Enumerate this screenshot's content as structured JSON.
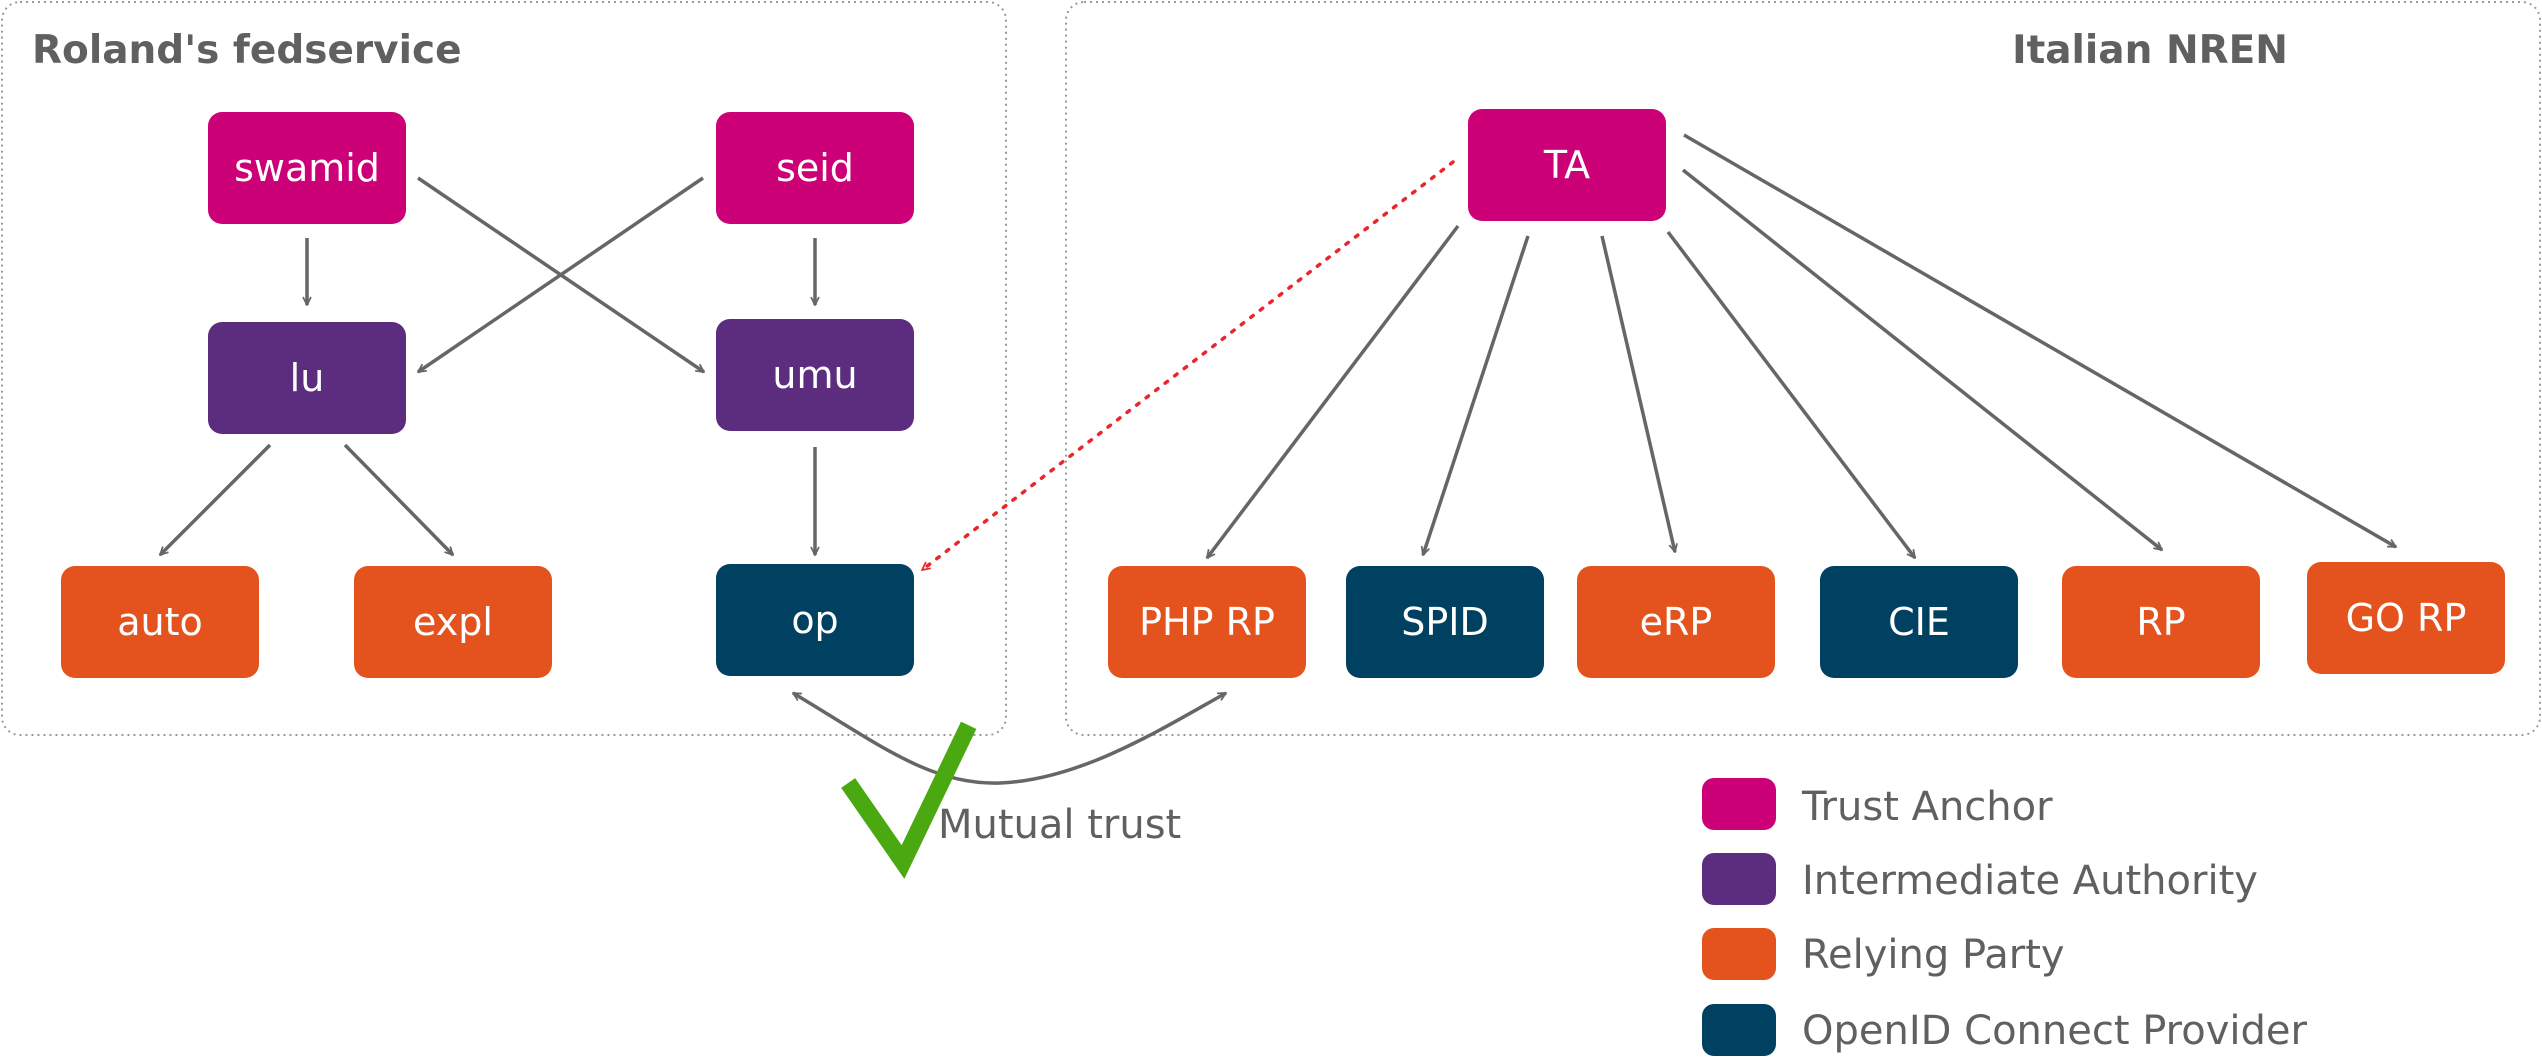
{
  "colors": {
    "trust_anchor": "#cc0077",
    "intermediate": "#5c2d7e",
    "relying_party": "#e4531d",
    "op": "#004060",
    "edge": "#666666",
    "dotted_edge": "#e8262b",
    "check": "#4aa810",
    "text": "#606060"
  },
  "groups": {
    "fedservice": {
      "title": "Roland's fedservice"
    },
    "nren": {
      "title": "Italian NREN"
    }
  },
  "nodes": {
    "swamid": {
      "label": "swamid",
      "role": "trust_anchor"
    },
    "seid": {
      "label": "seid",
      "role": "trust_anchor"
    },
    "lu": {
      "label": "lu",
      "role": "intermediate"
    },
    "umu": {
      "label": "umu",
      "role": "intermediate"
    },
    "auto": {
      "label": "auto",
      "role": "relying_party"
    },
    "expl": {
      "label": "expl",
      "role": "relying_party"
    },
    "op": {
      "label": "op",
      "role": "op"
    },
    "ta": {
      "label": "TA",
      "role": "trust_anchor"
    },
    "php_rp": {
      "label": "PHP RP",
      "role": "relying_party"
    },
    "spid": {
      "label": "SPID",
      "role": "op"
    },
    "erp": {
      "label": "eRP",
      "role": "relying_party"
    },
    "cie": {
      "label": "CIE",
      "role": "op"
    },
    "rp": {
      "label": "RP",
      "role": "relying_party"
    },
    "go_rp": {
      "label": "GO RP",
      "role": "relying_party"
    }
  },
  "edges": [
    {
      "from": "swamid",
      "to": "lu"
    },
    {
      "from": "swamid",
      "to": "umu"
    },
    {
      "from": "seid",
      "to": "lu"
    },
    {
      "from": "seid",
      "to": "umu"
    },
    {
      "from": "lu",
      "to": "auto"
    },
    {
      "from": "lu",
      "to": "expl"
    },
    {
      "from": "umu",
      "to": "op"
    },
    {
      "from": "ta",
      "to": "php_rp"
    },
    {
      "from": "ta",
      "to": "spid"
    },
    {
      "from": "ta",
      "to": "erp"
    },
    {
      "from": "ta",
      "to": "cie"
    },
    {
      "from": "ta",
      "to": "rp"
    },
    {
      "from": "ta",
      "to": "go_rp"
    },
    {
      "from": "ta",
      "to": "op",
      "style": "dotted"
    }
  ],
  "mutual_trust": {
    "label": "Mutual trust",
    "between": [
      "op",
      "php_rp"
    ],
    "icon": "checkmark-icon"
  },
  "legend": [
    {
      "label": "Trust Anchor",
      "role": "trust_anchor"
    },
    {
      "label": "Intermediate Authority",
      "role": "intermediate"
    },
    {
      "label": "Relying Party",
      "role": "relying_party"
    },
    {
      "label": "OpenID Connect Provider",
      "role": "op"
    }
  ]
}
